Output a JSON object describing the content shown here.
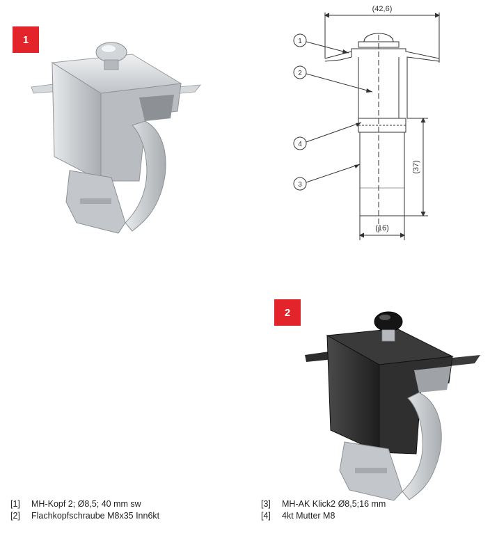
{
  "badges": {
    "b1": "1",
    "b2": "2"
  },
  "drawing": {
    "dim_top": "(42,6)",
    "dim_right": "(37)",
    "dim_bottom": "(16)",
    "callouts": [
      "1",
      "2",
      "3",
      "4"
    ]
  },
  "legend": {
    "left": [
      {
        "num": "[1]",
        "text": "MH-Kopf 2; Ø8,5; 40 mm sw"
      },
      {
        "num": "[2]",
        "text": "Flachkopfschraube M8x35 Inn6kt"
      }
    ],
    "right": [
      {
        "num": "[3]",
        "text": "MH-AK Klick2  Ø8,5;16 mm"
      },
      {
        "num": "[4]",
        "text": "4kt Mutter M8"
      }
    ]
  },
  "colors": {
    "badge": "#e3242b",
    "aluminium": "#c9ccd0",
    "black": "#2a2a2a"
  }
}
